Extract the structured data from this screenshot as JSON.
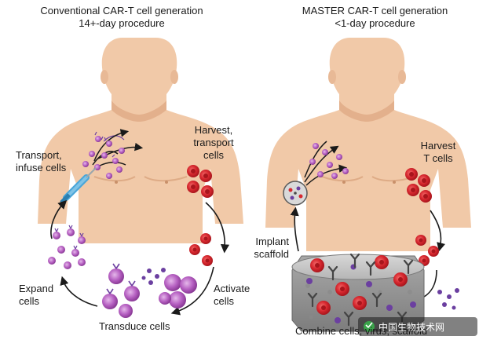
{
  "left": {
    "title": "Conventional CAR-T cell generation",
    "subtitle": "14+-day procedure",
    "labels": {
      "transport_1": "Transport,",
      "transport_2": "infuse cells",
      "harvest_1": "Harvest,",
      "harvest_2": "transport",
      "harvest_3": "cells",
      "activate_1": "Activate",
      "activate_2": "cells",
      "transduce": "Transduce cells",
      "expand_1": "Expand",
      "expand_2": "cells"
    }
  },
  "right": {
    "title": "MASTER CAR-T cell generation",
    "subtitle": "<1-day procedure",
    "labels": {
      "harvest_1": "Harvest",
      "harvest_2": "T cells",
      "implant_1": "Implant",
      "implant_2": "scaffold",
      "combine": "Combine cells, virus, scaffold"
    }
  },
  "watermark": "中国生物技术网",
  "colors": {
    "skin": "#f1c9a8",
    "skin_shadow": "#e3b08c",
    "t_cell_red": "#d7282f",
    "car_t_purple": "#b55fc1",
    "virus_purple": "#6b3fa0",
    "scaffold_gray": "#9e9e9e",
    "arrow_black": "#1a1a1a"
  }
}
